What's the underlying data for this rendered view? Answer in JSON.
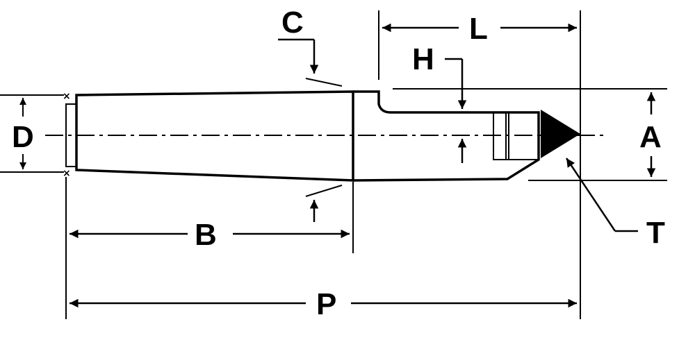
{
  "labels": {
    "A": "A",
    "B": "B",
    "C": "C",
    "D": "D",
    "H": "H",
    "L": "L",
    "P": "P",
    "T": "T"
  },
  "colors": {
    "ink": "#000000",
    "background": "#ffffff"
  }
}
